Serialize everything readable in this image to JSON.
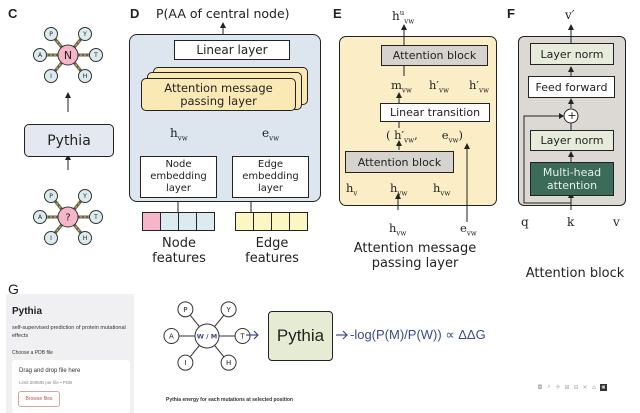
{
  "panels": {
    "C": {
      "letter": "C",
      "top_graph": {
        "center": "N",
        "neighbors": [
          "P",
          "Y",
          "A",
          "T",
          "I",
          "H"
        ]
      },
      "model": "Pythia",
      "bottom_graph": {
        "center": "?",
        "neighbors": [
          "P",
          "Y",
          "A",
          "T",
          "I",
          "H"
        ]
      }
    },
    "D": {
      "letter": "D",
      "output_label": "P(AA of central node)",
      "linear_layer": "Linear layer",
      "amp_line1": "Attention message",
      "amp_line2": "passing layer",
      "h_label": "h",
      "h_sub": "vw",
      "e_label": "e",
      "e_sub": "vw",
      "node_embed": [
        "Node",
        "embedding",
        "layer"
      ],
      "edge_embed": [
        "Edge",
        "embedding",
        "layer"
      ],
      "node_features": [
        "Node",
        "features"
      ],
      "edge_features": [
        "Edge",
        "features"
      ]
    },
    "E": {
      "letter": "E",
      "output_label": "h",
      "output_sup": "u",
      "output_sub": "vw",
      "attention_block_top": "Attention block",
      "m_label": "m",
      "m_sub": "vw",
      "hprime1": "h′",
      "hprime1_sub": "vw",
      "hprime2": "h′",
      "hprime2_sub": "vw",
      "linear_transition": "Linear transition",
      "tuple_open": "( h′",
      "tuple_sub": "vw",
      "tuple_comma": ",",
      "tuple_e": "e",
      "tuple_e_sub": "vw",
      "tuple_close": ")",
      "attention_block_bottom": "Attention block",
      "in_hv": "h",
      "in_hv_sub": "v",
      "in_hvw1": "h",
      "in_hvw1_sub": "vw",
      "in_hvw2": "h",
      "in_hvw2_sub": "vw",
      "ext_h": "h",
      "ext_h_sub": "vw",
      "ext_e": "e",
      "ext_e_sub": "vw",
      "caption_line1": "Attention message",
      "caption_line2": "passing layer"
    },
    "F": {
      "letter": "F",
      "output_label": "v′",
      "layer_norm_top": "Layer norm",
      "feed_forward": "Feed forward",
      "plus": "+",
      "layer_norm_bottom": "Layer norm",
      "mha_line1": "Multi-head",
      "mha_line2": "attention",
      "q": "q",
      "k": "k",
      "v": "v",
      "caption": "Attention block"
    },
    "G": {
      "letter": "G",
      "app": {
        "title": "Pythia",
        "subtitle": "self-supervised prediction of protein mutational effects",
        "file_label": "Choose a PDB file",
        "drop_title": "Drag and drop file here",
        "drop_limit": "Limit 200MB per file • PDB",
        "browse_label": "Browse files"
      },
      "graph": {
        "center": "W / M",
        "neighbors": [
          "P",
          "Y",
          "A",
          "T",
          "I",
          "H"
        ]
      },
      "model": "Pythia",
      "formula": "-log(P(M)/P(W)) ∝ ΔΔG",
      "chart_caption": "Pythia energy for each mutations at selected position",
      "toolbar_icons": [
        "camera-icon",
        "zoom-icon",
        "pan-icon",
        "zoom-in-icon",
        "zoom-out-icon",
        "autoscale-icon",
        "reset-icon",
        "plotly-logo-icon"
      ]
    }
  },
  "colors": {
    "node_pink": "#f4b6c8",
    "node_blue": "#dcebef",
    "edge_line": "#6b6142",
    "pythia_box": "#e3e8f1",
    "d_bg": "#dde5ef",
    "yellow_box": "#fbe9b5",
    "e_bg": "#fbedc6",
    "gray_box": "#d6d3cf",
    "f_bg": "#dcd9d5",
    "layer_norm": "#e6ecd9",
    "mha": "#3c6b5a",
    "g_pythia": "#e6ebd3",
    "formula": "#3b4a8a",
    "feature_yellow": "#fbf7c2"
  }
}
